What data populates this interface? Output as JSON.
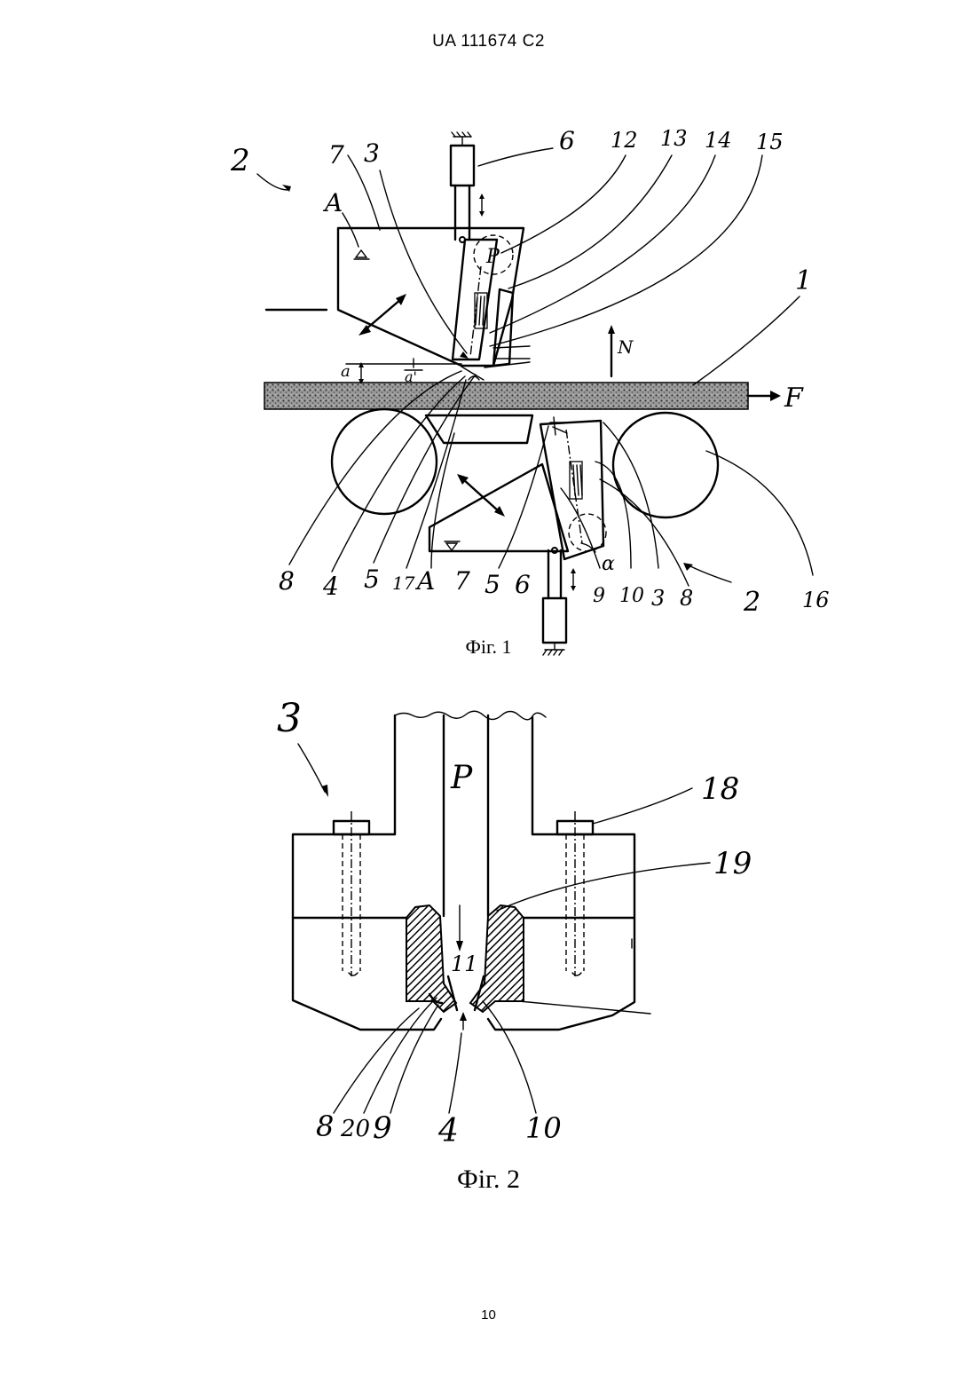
{
  "header": {
    "doc_id": "UA  111674  C2"
  },
  "figure1": {
    "caption": "Фіг. 1",
    "labels": {
      "l2_top": "2",
      "l7_top": "7",
      "l3_top": "3",
      "l6_top": "6",
      "l12": "12",
      "l13": "13",
      "l14": "14",
      "l15": "15",
      "l1": "1",
      "lA_top": "A",
      "lP_top": "P",
      "lN": "N",
      "lF": "F",
      "la": "a",
      "la_prime": "a'",
      "l8_bot": "8",
      "l4_bot": "4",
      "l5_bot": "5",
      "l17": "17",
      "lA_bot": "A",
      "l7_bot": "7",
      "l5_bot2": "5",
      "l6_bot": "6",
      "l9_bot": "9",
      "l10_bot": "10",
      "l3_bot": "3",
      "l8_bot2": "8",
      "l2_bot": "2",
      "l16": "16",
      "lalpha": "α"
    }
  },
  "figure2": {
    "caption": "Фіг. 2",
    "labels": {
      "l3": "3",
      "lP": "P",
      "l18": "18",
      "l19": "19",
      "l11": "11",
      "l8": "8",
      "l20": "20",
      "l9": "9",
      "l4": "4",
      "l10": "10"
    }
  },
  "footer": {
    "page_number": "10"
  }
}
